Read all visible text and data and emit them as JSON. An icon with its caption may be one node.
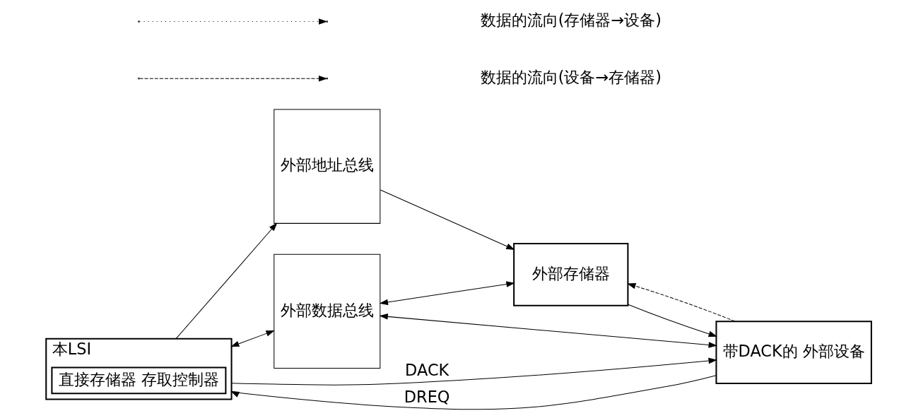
{
  "diagram": {
    "nodes": [
      {
        "text": [
          "本LSI"
        ]
      },
      {
        "text": [
          "直接存储器 存取控制器"
        ],
        "in": 0
      },
      {
        "text": [
          "外部地址总线"
        ]
      },
      {
        "text": [
          "外部数据总线"
        ]
      },
      {
        "text": [
          "外部存储器"
        ]
      },
      {
        "text": [
          "带DACK的 外部设备"
        ]
      }
    ],
    "edges": [
      {
        "from": 0,
        "to": 2,
        "arrow": "to"
      },
      {
        "from": 2,
        "to": 4,
        "arrow": "to"
      },
      {
        "from": 0,
        "to": 3,
        "arrow": "both"
      },
      {
        "from": 3,
        "to": 4,
        "arrow": "both"
      },
      {
        "from": 3,
        "to": 5,
        "arrow": "both"
      },
      {
        "from": 4,
        "to": 5,
        "arrow": "to"
      },
      {
        "from": 5,
        "to": 4,
        "arrow": "to",
        "style": "dashed"
      },
      {
        "from": 0,
        "to": 5,
        "arrow": "to",
        "label": "DACK"
      },
      {
        "from": 5,
        "to": 0,
        "arrow": "to",
        "label": "DREQ"
      }
    ],
    "legend": [
      {
        "text": "数据的流向(存储器→设备)"
      },
      {
        "text": "数据的流向(设备→存储器)"
      }
    ]
  }
}
